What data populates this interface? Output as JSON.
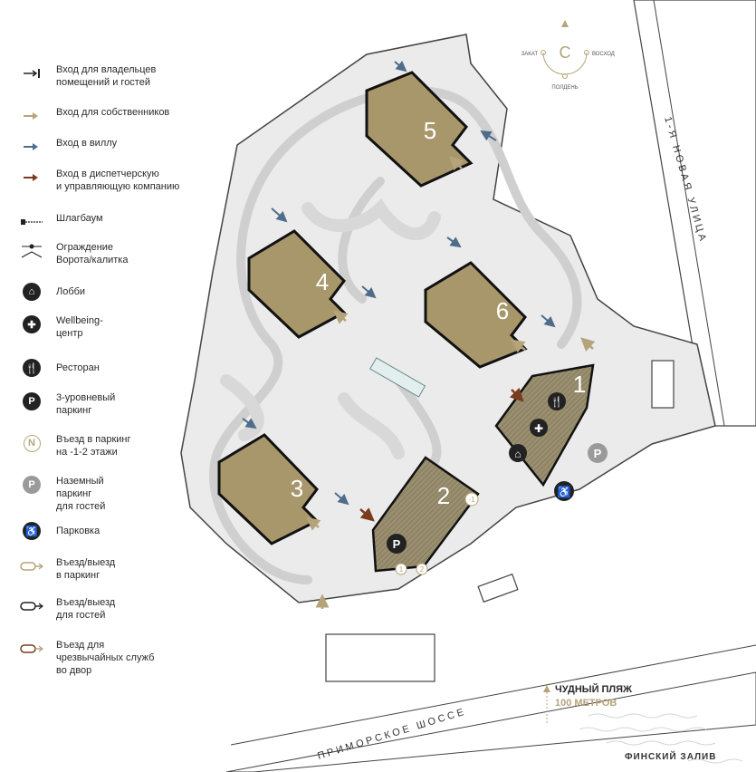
{
  "legend": {
    "items": [
      {
        "icon": "owner-guest-entrance-icon",
        "text": "Вход для владельцев\nпомещений и гостей"
      },
      {
        "icon": "owners-entrance-arrow-icon",
        "text": "Вход для собственников"
      },
      {
        "icon": "villa-entrance-arrow-icon",
        "text": "Вход в виллу"
      },
      {
        "icon": "dispatch-entrance-arrow-icon",
        "text": "Вход в диспетчерскую\nи управляющую компанию"
      },
      {
        "icon": "barrier-icon",
        "text": "Шлагбаум"
      },
      {
        "icon": "fence-gate-icon",
        "text": "Ограждение\nВорота/калитка"
      },
      {
        "icon": "lobby-icon",
        "text": "Лобби"
      },
      {
        "icon": "wellbeing-cross-icon",
        "text": "Wellbeing-\nцентр"
      },
      {
        "icon": "restaurant-icon",
        "text": "Ресторан"
      },
      {
        "icon": "parking-p-icon",
        "text": "3-уровневый\nпаркинг"
      },
      {
        "icon": "parking-entrance-n-icon",
        "text": "Въезд в паркинг\nна -1-2 этажи"
      },
      {
        "icon": "guest-parking-p-icon",
        "text": "Наземный\nпаркинг\nдля гостей"
      },
      {
        "icon": "accessible-parking-icon",
        "text": "Парковка"
      },
      {
        "icon": "parking-drive-icon",
        "text": "Въезд/выезд\nв паркинг"
      },
      {
        "icon": "guest-drive-icon",
        "text": "Въезд/выезд\nдля гостей"
      },
      {
        "icon": "emergency-drive-icon",
        "text": "Въезд для\nчрезвычайных служб\nво двор"
      }
    ],
    "glyphs": {
      "lobby": "⌂",
      "cross": "✚",
      "restaurant": "🍴",
      "parking": "P",
      "n": "N",
      "accessible": "♿"
    }
  },
  "compass": {
    "letter": "С",
    "west": "ЗАКАТ",
    "east": "ВОСХОД",
    "south": "ПОЛДЕНЬ"
  },
  "buildings": [
    {
      "id": "5",
      "label": "5"
    },
    {
      "id": "4",
      "label": "4"
    },
    {
      "id": "6",
      "label": "6"
    },
    {
      "id": "3",
      "label": "3"
    },
    {
      "id": "2",
      "label": "2"
    },
    {
      "id": "1",
      "label": "1"
    }
  ],
  "markers": {
    "parking": "P",
    "guest_parking": "P",
    "level_1": "1",
    "level_2": "2",
    "level_minus1": "-1"
  },
  "roads": {
    "street_1": "1-Я НОВАЯ УЛИЦА",
    "highway": "ПРИМОРСКОЕ ШОССЕ"
  },
  "beach": {
    "title": "ЧУДНЫЙ ПЛЯЖ",
    "distance": "100 МЕТРОВ"
  },
  "gulf": "ФИНСКИЙ ЗАЛИВ",
  "colors": {
    "building": "#a8976b",
    "villa_arrow": "#4f6d8a",
    "owner_arrow": "#b5a47a",
    "dispatch_arrow": "#7a3c1e",
    "site": "#ebebeb",
    "dark": "#222222"
  }
}
